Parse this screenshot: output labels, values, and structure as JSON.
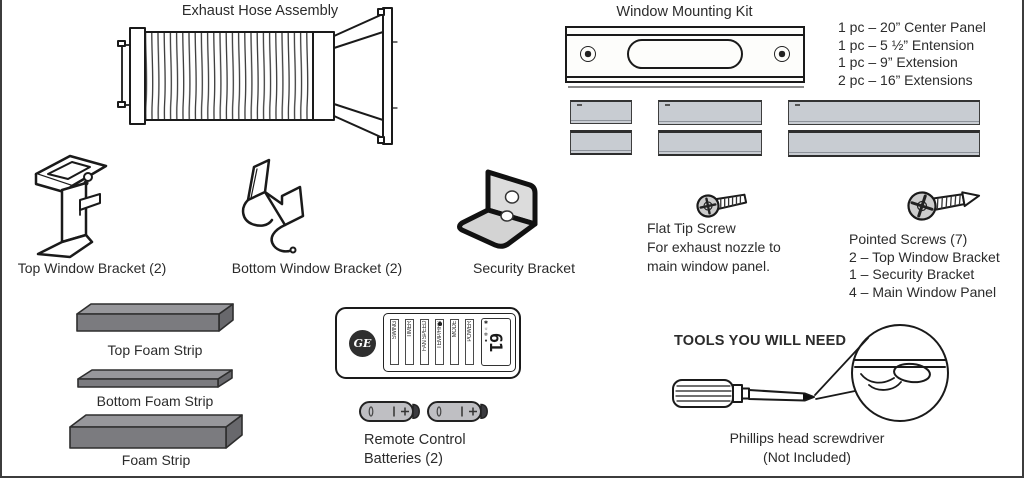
{
  "colors": {
    "ink": "#2b2b2b",
    "line": "#1a1a1a",
    "panel_fill": "#c8ccd2",
    "panel_edge": "#3e3e3e",
    "foam_front": "#7b7b7f",
    "foam_top": "#97979b",
    "foam_side": "#68686c",
    "metal_fill": "#cccccc",
    "bracket_fill": "#dcdcdc"
  },
  "exhaust_hose": {
    "title": "Exhaust Hose Assembly"
  },
  "window_kit": {
    "title": "Window Mounting Kit",
    "contents": [
      "1 pc – 20” Center Panel",
      "1 pc – 5 ½” Entension",
      "1 pc – 9” Extension",
      "2 pc – 16” Extensions"
    ]
  },
  "brackets": {
    "top_window_label": "Top Window Bracket (2)",
    "bottom_window_label": "Bottom Window Bracket (2)",
    "security_label": "Security Bracket"
  },
  "screws": {
    "flat_tip": {
      "name": "Flat Tip Screw",
      "desc1": "For exhaust nozzle to",
      "desc2": "main window panel."
    },
    "pointed": {
      "name": "Pointed Screws (7)",
      "items": [
        "2 – Top Window Bracket",
        "1 – Security Bracket",
        "4 – Main Window Panel"
      ]
    }
  },
  "foam": {
    "top_label": "Top Foam Strip",
    "bottom_label": "Bottom Foam Strip",
    "plain_label": "Foam Strip"
  },
  "remote": {
    "brand": "GE",
    "buttons": [
      "SWING",
      "TIMER",
      "FAN SPEED",
      "TEMP/HRS",
      "MODE",
      "POWER"
    ],
    "display_icons": "✱☼❄●",
    "display_value": "61",
    "label1": "Remote Control",
    "label2": "Batteries (2)"
  },
  "tools": {
    "title": "TOOLS YOU WILL NEED",
    "item": "Phillips head screwdriver",
    "note": "(Not Included)"
  }
}
